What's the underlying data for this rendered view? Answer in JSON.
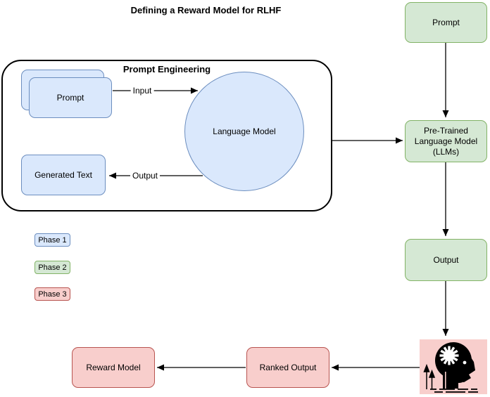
{
  "title": "Defining a Reward Model for RLHF",
  "prompt_engineering": {
    "label": "Prompt Engineering",
    "prompt_stack_label": "Prompt",
    "language_model_label": "Language Model",
    "generated_text_label": "Generated Text",
    "input_edge_label": "Input",
    "output_edge_label": "Output"
  },
  "pipeline": {
    "prompt_label": "Prompt",
    "pretrained_label": "Pre-Trained Language Model (LLMs)",
    "output_label": "Output",
    "ranked_output_label": "Ranked Output",
    "reward_model_label": "Reward Model"
  },
  "legend": {
    "items": [
      {
        "label": "Phase 1",
        "color": "blue"
      },
      {
        "label": "Phase 2",
        "color": "green"
      },
      {
        "label": "Phase 3",
        "color": "red"
      }
    ]
  },
  "icons": {
    "human_feedback": "head-with-gear-icon"
  },
  "colors": {
    "phase1_fill": "#dae8fc",
    "phase1_border": "#6c8ebf",
    "phase2_fill": "#d5e8d4",
    "phase2_border": "#82b366",
    "phase3_fill": "#f8cecc",
    "phase3_border": "#b85450",
    "line": "#000000",
    "background": "#ffffff"
  }
}
